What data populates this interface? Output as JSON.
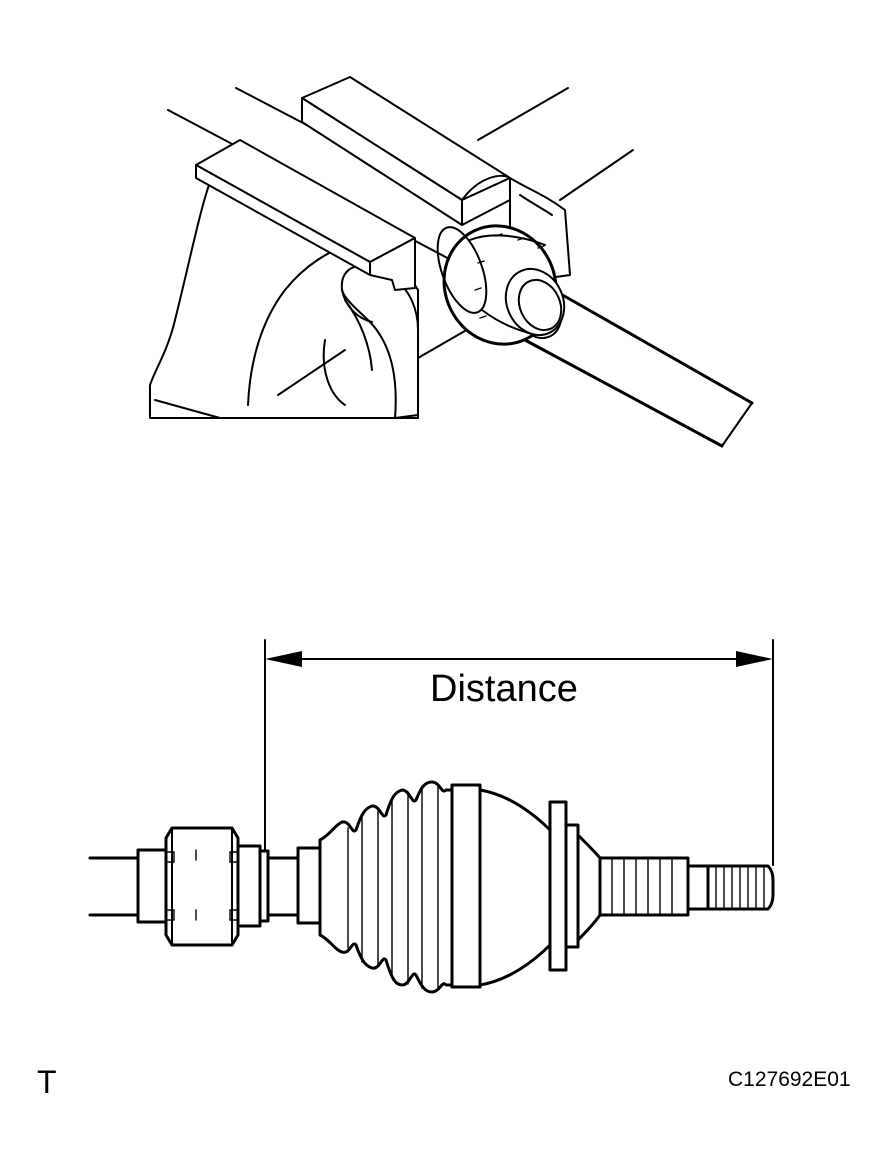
{
  "figure": {
    "measurement_label": "Distance",
    "corner_mark": "T",
    "figure_code": "C127692E01"
  },
  "colors": {
    "ink": "#000000",
    "paper": "#ffffff"
  }
}
